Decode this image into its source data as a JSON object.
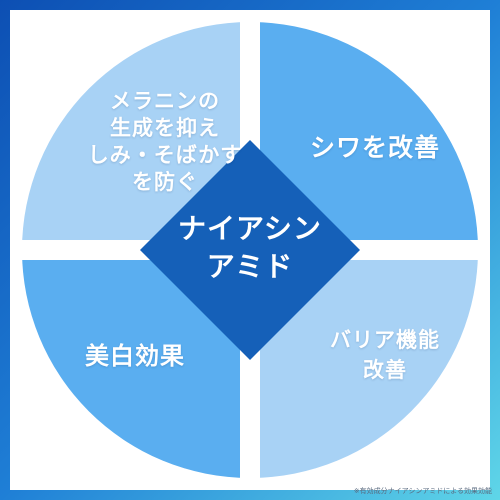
{
  "center": {
    "label": "ナイアシン\nアミド"
  },
  "quadrants": {
    "top_left": "メラニンの\n生成を抑え\nしみ・そばかす\nを防ぐ",
    "top_right": "シワを改善",
    "bottom_left": "美白効果",
    "bottom_right": "バリア機能\n改善"
  },
  "footnote": "※有効成分ナイアシンアミドによる効果効能",
  "colors": {
    "frame_start": "#0d4fb3",
    "frame_end": "#5fd6e8",
    "quadrant_top_left": "#a8d2f5",
    "quadrant_top_right": "#5aaef0",
    "quadrant_bottom_left": "#5aaef0",
    "quadrant_bottom_right": "#a8d2f5",
    "center_diamond": "#1560b8",
    "gap": "#ffffff"
  }
}
